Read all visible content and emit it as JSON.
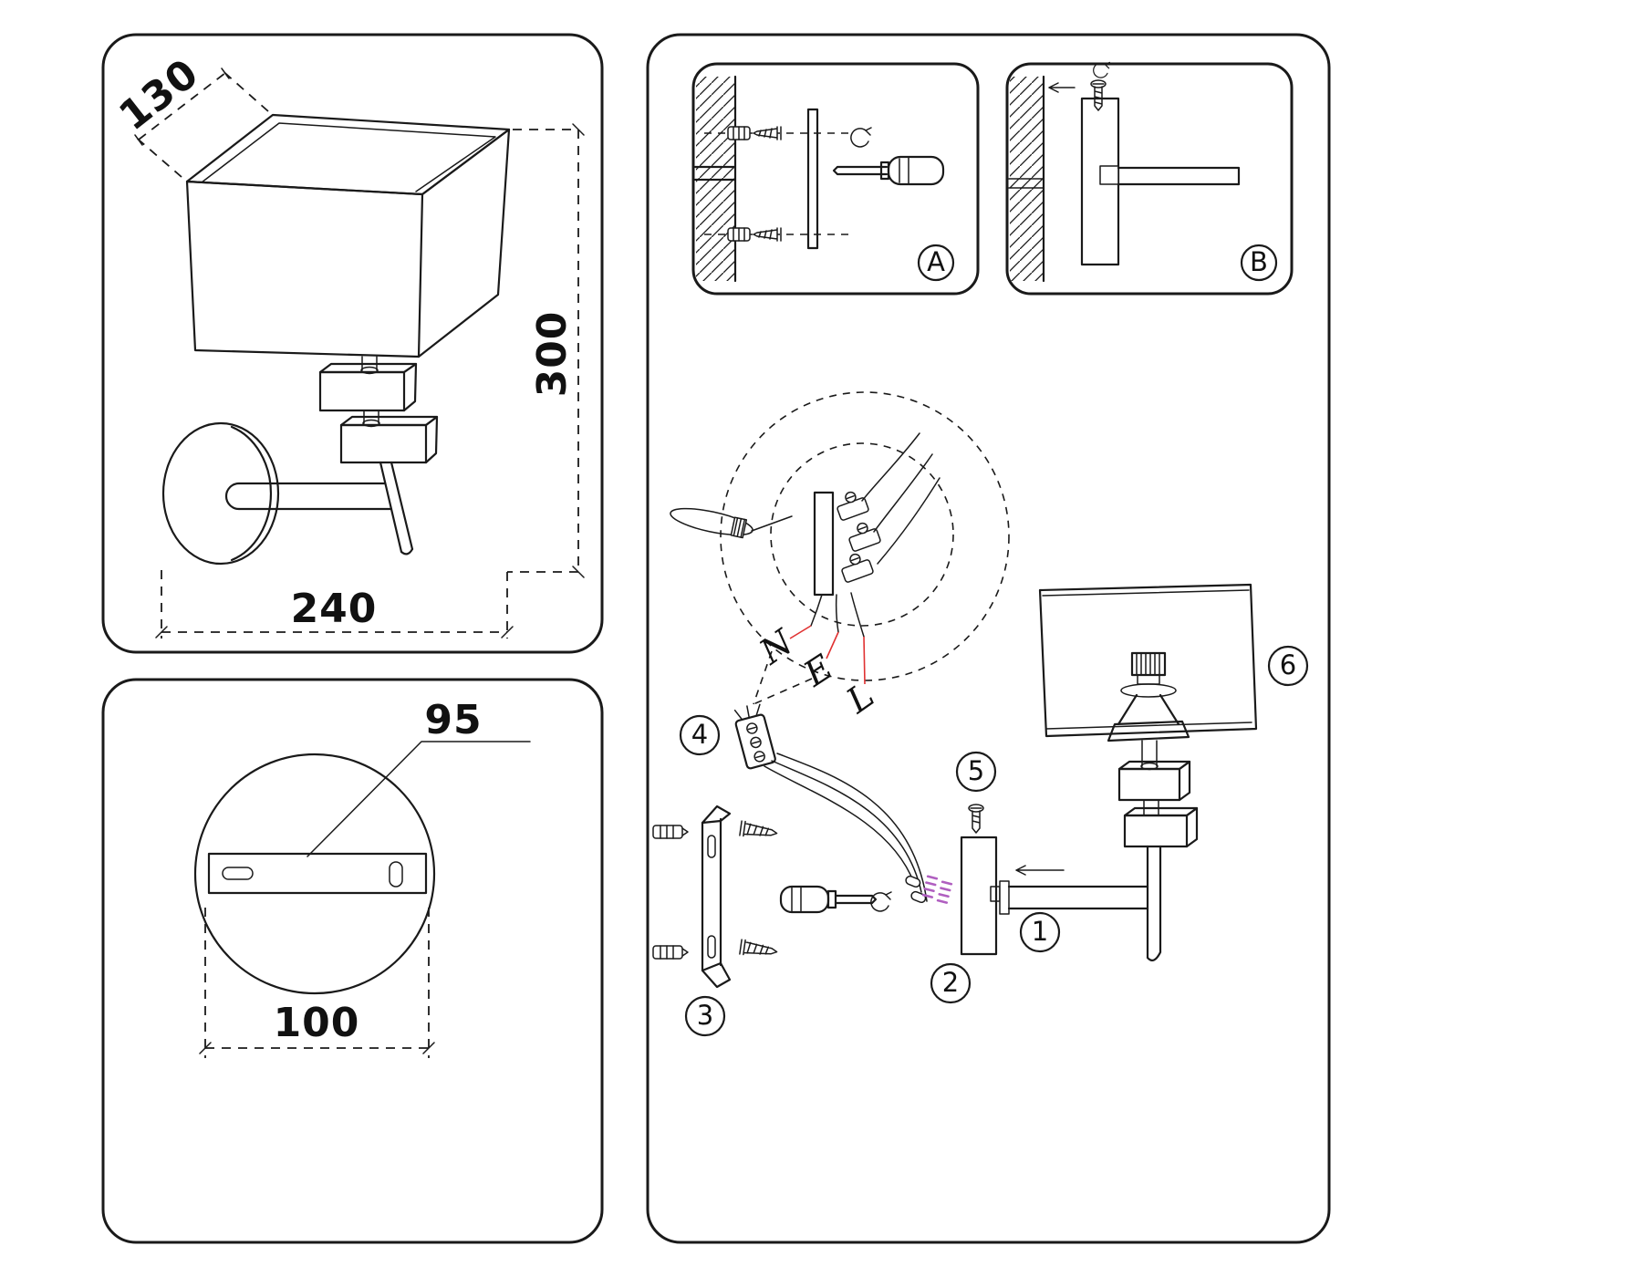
{
  "dimension_drawing": {
    "shade_depth": "130",
    "height": "300",
    "width": "240"
  },
  "plate_drawing": {
    "hole_offset": "95",
    "width": "100"
  },
  "install": {
    "step_a": "A",
    "step_b": "B",
    "wire_labels": {
      "neutral": "N",
      "earth": "E",
      "live": "L"
    },
    "part_numbers": {
      "p1": "1",
      "p2": "2",
      "p3": "3",
      "p4": "4",
      "p5": "5",
      "p6": "6"
    }
  },
  "colors": {
    "line": "#1a1a1a",
    "leader": "#e03131",
    "pin_accent": "#b05fc0",
    "background": "#ffffff"
  }
}
